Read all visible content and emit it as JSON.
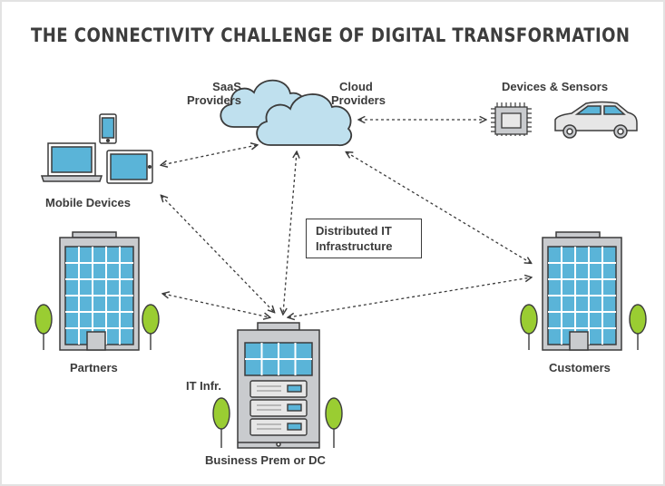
{
  "title": "THE CONNECTIVITY CHALLENGE OF DIGITAL TRANSFORMATION",
  "nodes": {
    "saas": {
      "line1": "SaaS",
      "line2": "Providers"
    },
    "cloud": {
      "line1": "Cloud",
      "line2": "Providers"
    },
    "devices_sensors": "Devices & Sensors",
    "mobile": "Mobile Devices",
    "partners": "Partners",
    "customers": "Customers",
    "it_infra": "IT Infr.",
    "business": "Business Prem or DC"
  },
  "center_box": {
    "line1": "Distributed IT",
    "line2": "Infrastructure"
  },
  "colors": {
    "cloud_fill": "#bfe0ee",
    "glass": "#5ab4d8",
    "building": "#c9cbce",
    "tree": "#9acd32",
    "outline": "#3b3b3b"
  }
}
